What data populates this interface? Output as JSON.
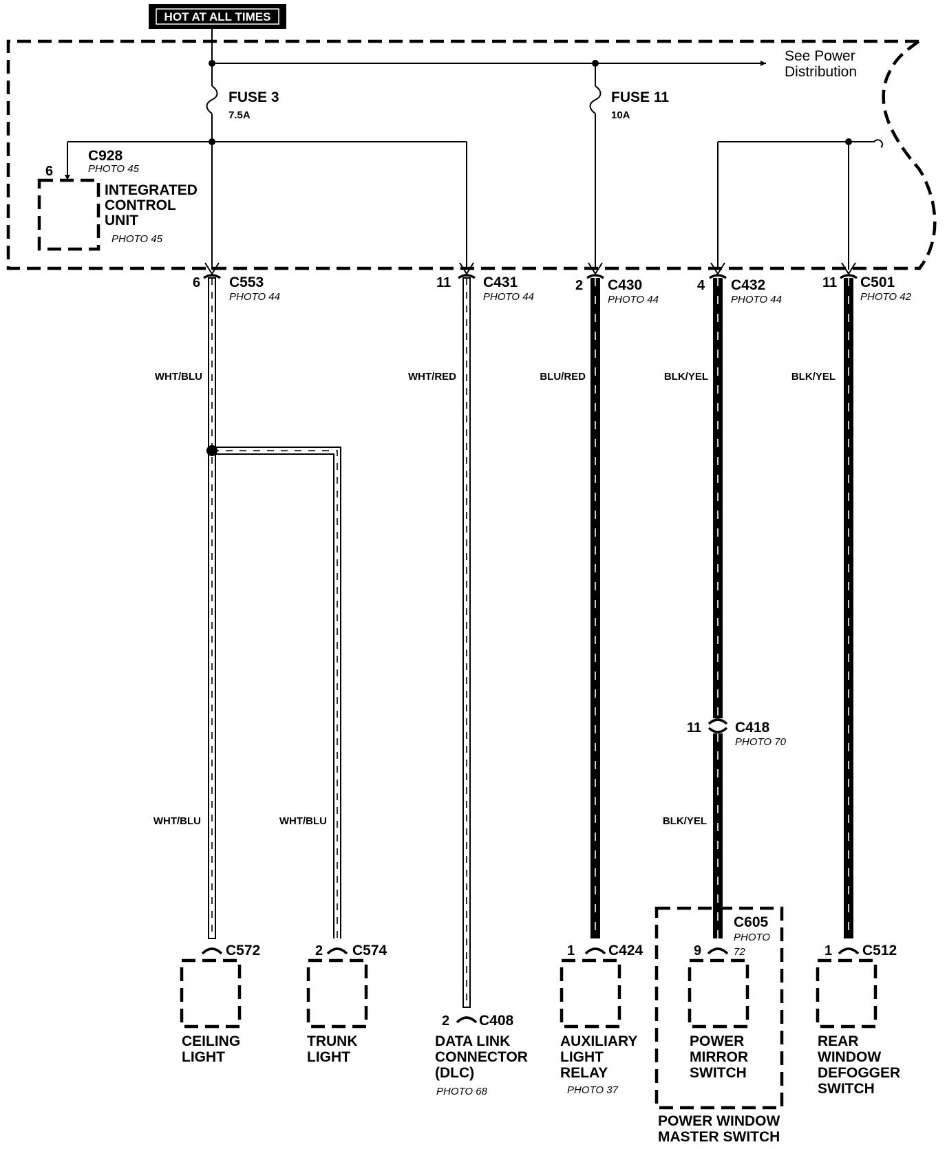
{
  "header": {
    "hot_label": "HOT AT ALL TIMES"
  },
  "power_note": {
    "line1": "See Power",
    "line2": "Distribution"
  },
  "fuses": [
    {
      "name": "FUSE 3",
      "rating": "7.5A"
    },
    {
      "name": "FUSE 11",
      "rating": "10A"
    }
  ],
  "icu": {
    "connector": "C928",
    "pin": "6",
    "photo_top": "PHOTO 45",
    "name_lines": [
      "INTEGRATED",
      "CONTROL",
      "UNIT"
    ],
    "photo_bottom": "PHOTO 45"
  },
  "circuits": [
    {
      "pin": "6",
      "connector": "C553",
      "photo": "PHOTO 44",
      "wire_top": "WHT/BLU"
    },
    {
      "pin": "11",
      "connector": "C431",
      "photo": "PHOTO 44",
      "wire_top": "WHT/RED"
    },
    {
      "pin": "2",
      "connector": "C430",
      "photo": "PHOTO 44",
      "wire_top": "BLU/RED"
    },
    {
      "pin": "4",
      "connector": "C432",
      "photo": "PHOTO 44",
      "wire_top": "BLK/YEL"
    },
    {
      "pin": "11",
      "connector": "C501",
      "photo": "PHOTO 42",
      "wire_top": "BLK/YEL"
    }
  ],
  "inline": {
    "c418": {
      "pin": "11",
      "connector": "C418",
      "photo": "PHOTO 70",
      "wire": "BLK/YEL"
    },
    "wht_blu_lower_1": "WHT/BLU",
    "wht_blu_lower_2": "WHT/BLU"
  },
  "components": {
    "ceiling": {
      "connector": "C572",
      "name_lines": [
        "CEILING",
        "LIGHT"
      ]
    },
    "trunk": {
      "pin": "2",
      "connector": "C574",
      "name_lines": [
        "TRUNK",
        "LIGHT"
      ]
    },
    "dlc": {
      "pin": "2",
      "connector": "C408",
      "name_lines": [
        "DATA LINK",
        "CONNECTOR",
        "(DLC)"
      ],
      "photo": "PHOTO 68"
    },
    "relay": {
      "pin": "1",
      "connector": "C424",
      "name_lines": [
        "AUXILIARY",
        "LIGHT",
        "RELAY"
      ],
      "photo": "PHOTO 37"
    },
    "mirror": {
      "pin": "9",
      "connector": "C605",
      "photo_line1": "PHOTO",
      "photo_line2": "72",
      "name_lines": [
        "POWER",
        "MIRROR",
        "SWITCH"
      ]
    },
    "master": {
      "name_lines": [
        "POWER WINDOW",
        "MASTER SWITCH"
      ]
    },
    "defogger": {
      "pin": "1",
      "connector": "C512",
      "name_lines": [
        "REAR",
        "WINDOW",
        "DEFOGGER",
        "SWITCH"
      ]
    }
  }
}
